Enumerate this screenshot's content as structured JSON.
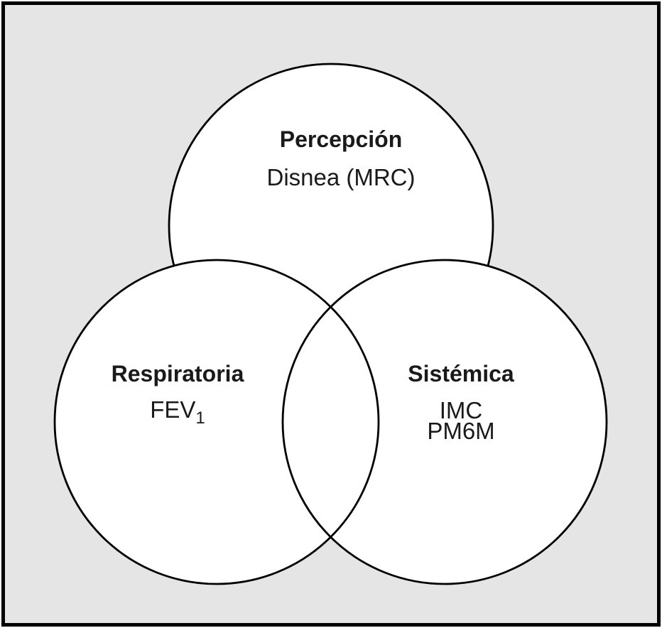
{
  "figure": {
    "background_color": "#e5e5e5",
    "panel_color": "#ffffff",
    "line_color": "#000000",
    "circles": {
      "perception": {
        "title": "Percepción",
        "measure": "Disnea (MRC)"
      },
      "respiratory": {
        "title": "Respiratoria",
        "measure_base": "FEV",
        "measure_sub": "1"
      },
      "systemic": {
        "title": "Sistémica",
        "measures": [
          "IMC",
          "PM6M"
        ]
      }
    }
  }
}
